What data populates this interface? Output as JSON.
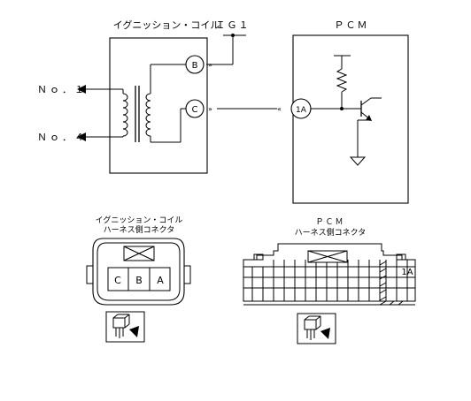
{
  "schematic": {
    "coil_title": "イグニッション・コイル",
    "ig_label": "ＩＧ１",
    "pcm_title": "ＰＣＭ",
    "pin_b": "B",
    "pin_c": "C",
    "pin_1a": "1A",
    "no1": "Ｎｏ．１",
    "no4": "Ｎｏ．４"
  },
  "coil_connector": {
    "title_line1": "イグニッション・コイル",
    "title_line2": "ハーネス側コネクタ",
    "terminals": [
      "C",
      "B",
      "A"
    ]
  },
  "pcm_connector": {
    "title_line1": "ＰＣＭ",
    "title_line2": "ハーネス側コネクタ",
    "terminal_label": "1A"
  },
  "icons": [
    "harness-side-view-icon",
    "harness-side-view-icon"
  ]
}
